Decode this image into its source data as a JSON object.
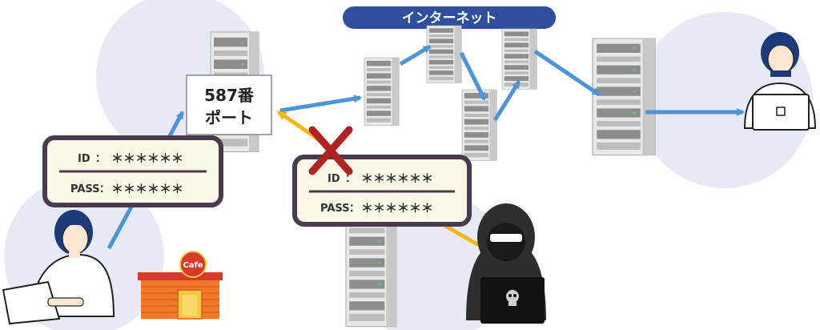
{
  "header": {
    "label": "インターネット"
  },
  "port_box": {
    "line1": "587番",
    "line2": "ポート"
  },
  "user_credentials": {
    "id_label": "ID",
    "id_separator": "：",
    "id_value": "＊＊＊＊＊＊",
    "pass_label": "PASS",
    "pass_separator": "：",
    "pass_value": "＊＊＊＊＊＊"
  },
  "attacker_credentials": {
    "id_label": "ID",
    "id_separator": "：",
    "id_value": "＊＊＊＊＊＊",
    "pass_label": "PASS",
    "pass_separator": "：",
    "pass_value": "＊＊＊＊＊＊"
  },
  "cafe_sign": {
    "label": "Cafe"
  },
  "colors": {
    "arrow_blue": "#4f94d4",
    "arrow_yellow": "#f2b51c",
    "cross_red": "#b22222",
    "bubble_bg": "#fbf7e6",
    "bubble_border": "#4a3a4e",
    "banner": "#2d4f9c",
    "circle": "#e6eaf4",
    "server_light": "#e4e4e4",
    "server_dark": "#9a9a9a",
    "cafe_orange": "#f07a2a",
    "cafe_red": "#d83a2a",
    "hacker_dark": "#2e2e2e",
    "skin": "#fde6d2",
    "hair": "#1f3a78"
  }
}
